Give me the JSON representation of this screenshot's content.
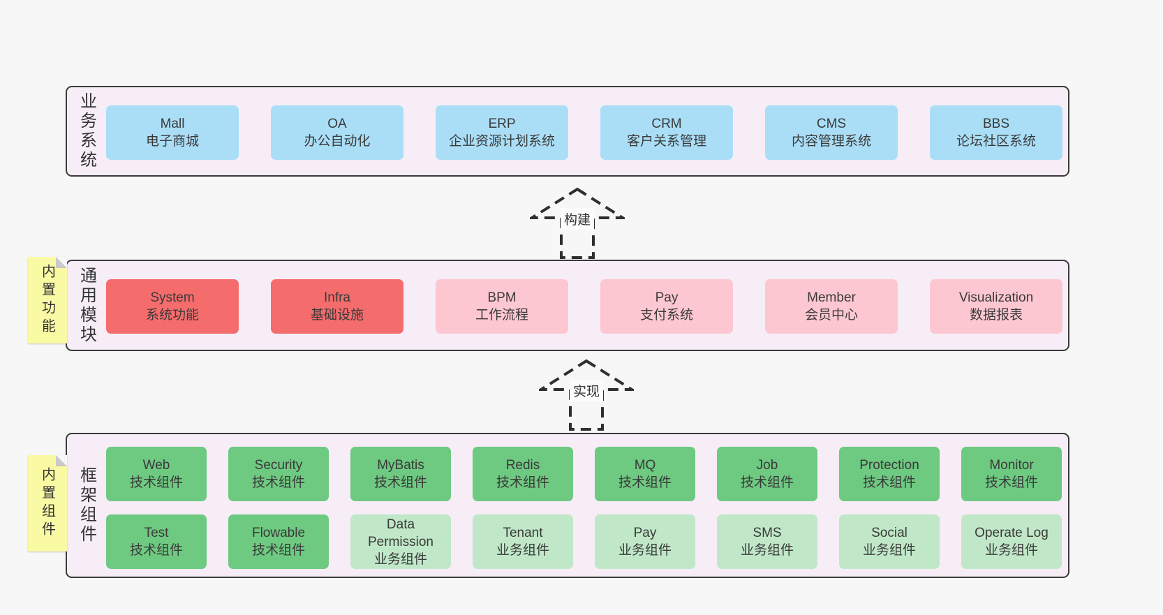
{
  "colors": {
    "blue": "#aadef7",
    "red": "#f56c6c",
    "pink": "#fdc7d1",
    "green": "#6ec981",
    "lightgreen": "#c0e8c8",
    "layer_bg": "#f7edf6",
    "sticky_yellow": "#fafaa5",
    "page_bg": "#f7f7f7",
    "border": "#3a3a3a",
    "text": "#3a3a3a"
  },
  "layers": {
    "business": {
      "label": "业务系统",
      "boxes": [
        {
          "title": "Mall",
          "subtitle": "电子商城",
          "color": "blue"
        },
        {
          "title": "OA",
          "subtitle": "办公自动化",
          "color": "blue"
        },
        {
          "title": "ERP",
          "subtitle": "企业资源计划系统",
          "color": "blue"
        },
        {
          "title": "CRM",
          "subtitle": "客户关系管理",
          "color": "blue"
        },
        {
          "title": "CMS",
          "subtitle": "内容管理系统",
          "color": "blue"
        },
        {
          "title": "BBS",
          "subtitle": "论坛社区系统",
          "color": "blue"
        }
      ]
    },
    "modules": {
      "label": "通用模块",
      "sticky": "内置功能",
      "boxes": [
        {
          "title": "System",
          "subtitle": "系统功能",
          "color": "red"
        },
        {
          "title": "Infra",
          "subtitle": "基础设施",
          "color": "red"
        },
        {
          "title": "BPM",
          "subtitle": "工作流程",
          "color": "pink"
        },
        {
          "title": "Pay",
          "subtitle": "支付系统",
          "color": "pink"
        },
        {
          "title": "Member",
          "subtitle": "会员中心",
          "color": "pink"
        },
        {
          "title": "Visualization",
          "subtitle": "数据报表",
          "color": "pink"
        }
      ]
    },
    "components": {
      "label": "框架组件",
      "sticky": "内置组件",
      "rows": [
        [
          {
            "title": "Web",
            "subtitle": "技术组件",
            "color": "green"
          },
          {
            "title": "Security",
            "subtitle": "技术组件",
            "color": "green"
          },
          {
            "title": "MyBatis",
            "subtitle": "技术组件",
            "color": "green"
          },
          {
            "title": "Redis",
            "subtitle": "技术组件",
            "color": "green"
          },
          {
            "title": "MQ",
            "subtitle": "技术组件",
            "color": "green"
          },
          {
            "title": "Job",
            "subtitle": "技术组件",
            "color": "green"
          },
          {
            "title": "Protection",
            "subtitle": "技术组件",
            "color": "green"
          },
          {
            "title": "Monitor",
            "subtitle": "技术组件",
            "color": "green"
          }
        ],
        [
          {
            "title": "Test",
            "subtitle": "技术组件",
            "color": "green"
          },
          {
            "title": "Flowable",
            "subtitle": "技术组件",
            "color": "green"
          },
          {
            "title": "Data Permission",
            "subtitle": "业务组件",
            "color": "lightgreen"
          },
          {
            "title": "Tenant",
            "subtitle": "业务组件",
            "color": "lightgreen"
          },
          {
            "title": "Pay",
            "subtitle": "业务组件",
            "color": "lightgreen"
          },
          {
            "title": "SMS",
            "subtitle": "业务组件",
            "color": "lightgreen"
          },
          {
            "title": "Social",
            "subtitle": "业务组件",
            "color": "lightgreen"
          },
          {
            "title": "Operate Log",
            "subtitle": "业务组件",
            "color": "lightgreen"
          }
        ]
      ]
    }
  },
  "arrows": [
    {
      "label": "构建"
    },
    {
      "label": "实现"
    }
  ]
}
